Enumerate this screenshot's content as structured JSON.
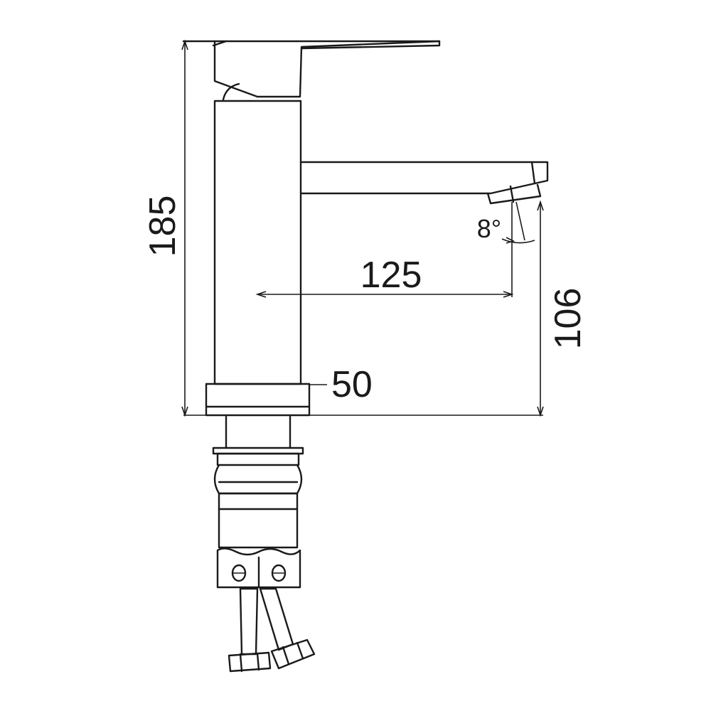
{
  "dimensions": {
    "total_height": "185",
    "spout_reach": "125",
    "spout_height": "106",
    "base_diameter": "50",
    "spout_angle": "8°"
  },
  "colors": {
    "line": "#1a1a1a",
    "background": "#ffffff"
  }
}
